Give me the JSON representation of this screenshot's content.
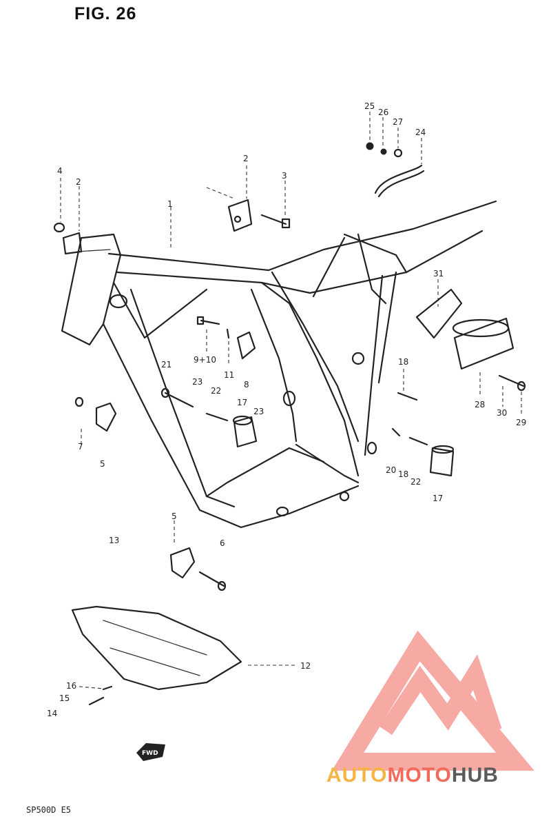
{
  "figure": {
    "title": "FIG. 26",
    "model_code": "SP500D E5"
  },
  "watermark": {
    "text_part1": "AUTO",
    "text_part2": "MOTO",
    "text_part3": "HUB",
    "colors": {
      "yellow": "#f5b445",
      "red": "#f26a5a",
      "gray": "#5a5a5a",
      "logo": "#f7a5a0"
    }
  },
  "fwd_label": "FWD",
  "callouts": [
    {
      "id": "c25",
      "text": "25"
    },
    {
      "id": "c26",
      "text": "26"
    },
    {
      "id": "c27",
      "text": "27"
    },
    {
      "id": "c24",
      "text": "24"
    },
    {
      "id": "c4",
      "text": "4"
    },
    {
      "id": "c2a",
      "text": "2"
    },
    {
      "id": "c2b",
      "text": "2"
    },
    {
      "id": "c3",
      "text": "3"
    },
    {
      "id": "c1",
      "text": "1"
    },
    {
      "id": "c31",
      "text": "31"
    },
    {
      "id": "c910",
      "text": "9+10"
    },
    {
      "id": "c11",
      "text": "11"
    },
    {
      "id": "c8",
      "text": "8"
    },
    {
      "id": "c21a",
      "text": "21"
    },
    {
      "id": "c23a",
      "text": "23"
    },
    {
      "id": "c22a",
      "text": "22"
    },
    {
      "id": "c17a",
      "text": "17"
    },
    {
      "id": "c23b",
      "text": "23"
    },
    {
      "id": "c18a",
      "text": "18"
    },
    {
      "id": "c28",
      "text": "28"
    },
    {
      "id": "c30",
      "text": "30"
    },
    {
      "id": "c29",
      "text": "29"
    },
    {
      "id": "c7",
      "text": "7"
    },
    {
      "id": "c5a",
      "text": "5"
    },
    {
      "id": "c20",
      "text": "20"
    },
    {
      "id": "c18b",
      "text": "18"
    },
    {
      "id": "c22b",
      "text": "22"
    },
    {
      "id": "c17b",
      "text": "17"
    },
    {
      "id": "c5b",
      "text": "5"
    },
    {
      "id": "c13",
      "text": "13"
    },
    {
      "id": "c6",
      "text": "6"
    },
    {
      "id": "c12",
      "text": "12"
    },
    {
      "id": "c16",
      "text": "16"
    },
    {
      "id": "c15",
      "text": "15"
    },
    {
      "id": "c14",
      "text": "14"
    }
  ]
}
